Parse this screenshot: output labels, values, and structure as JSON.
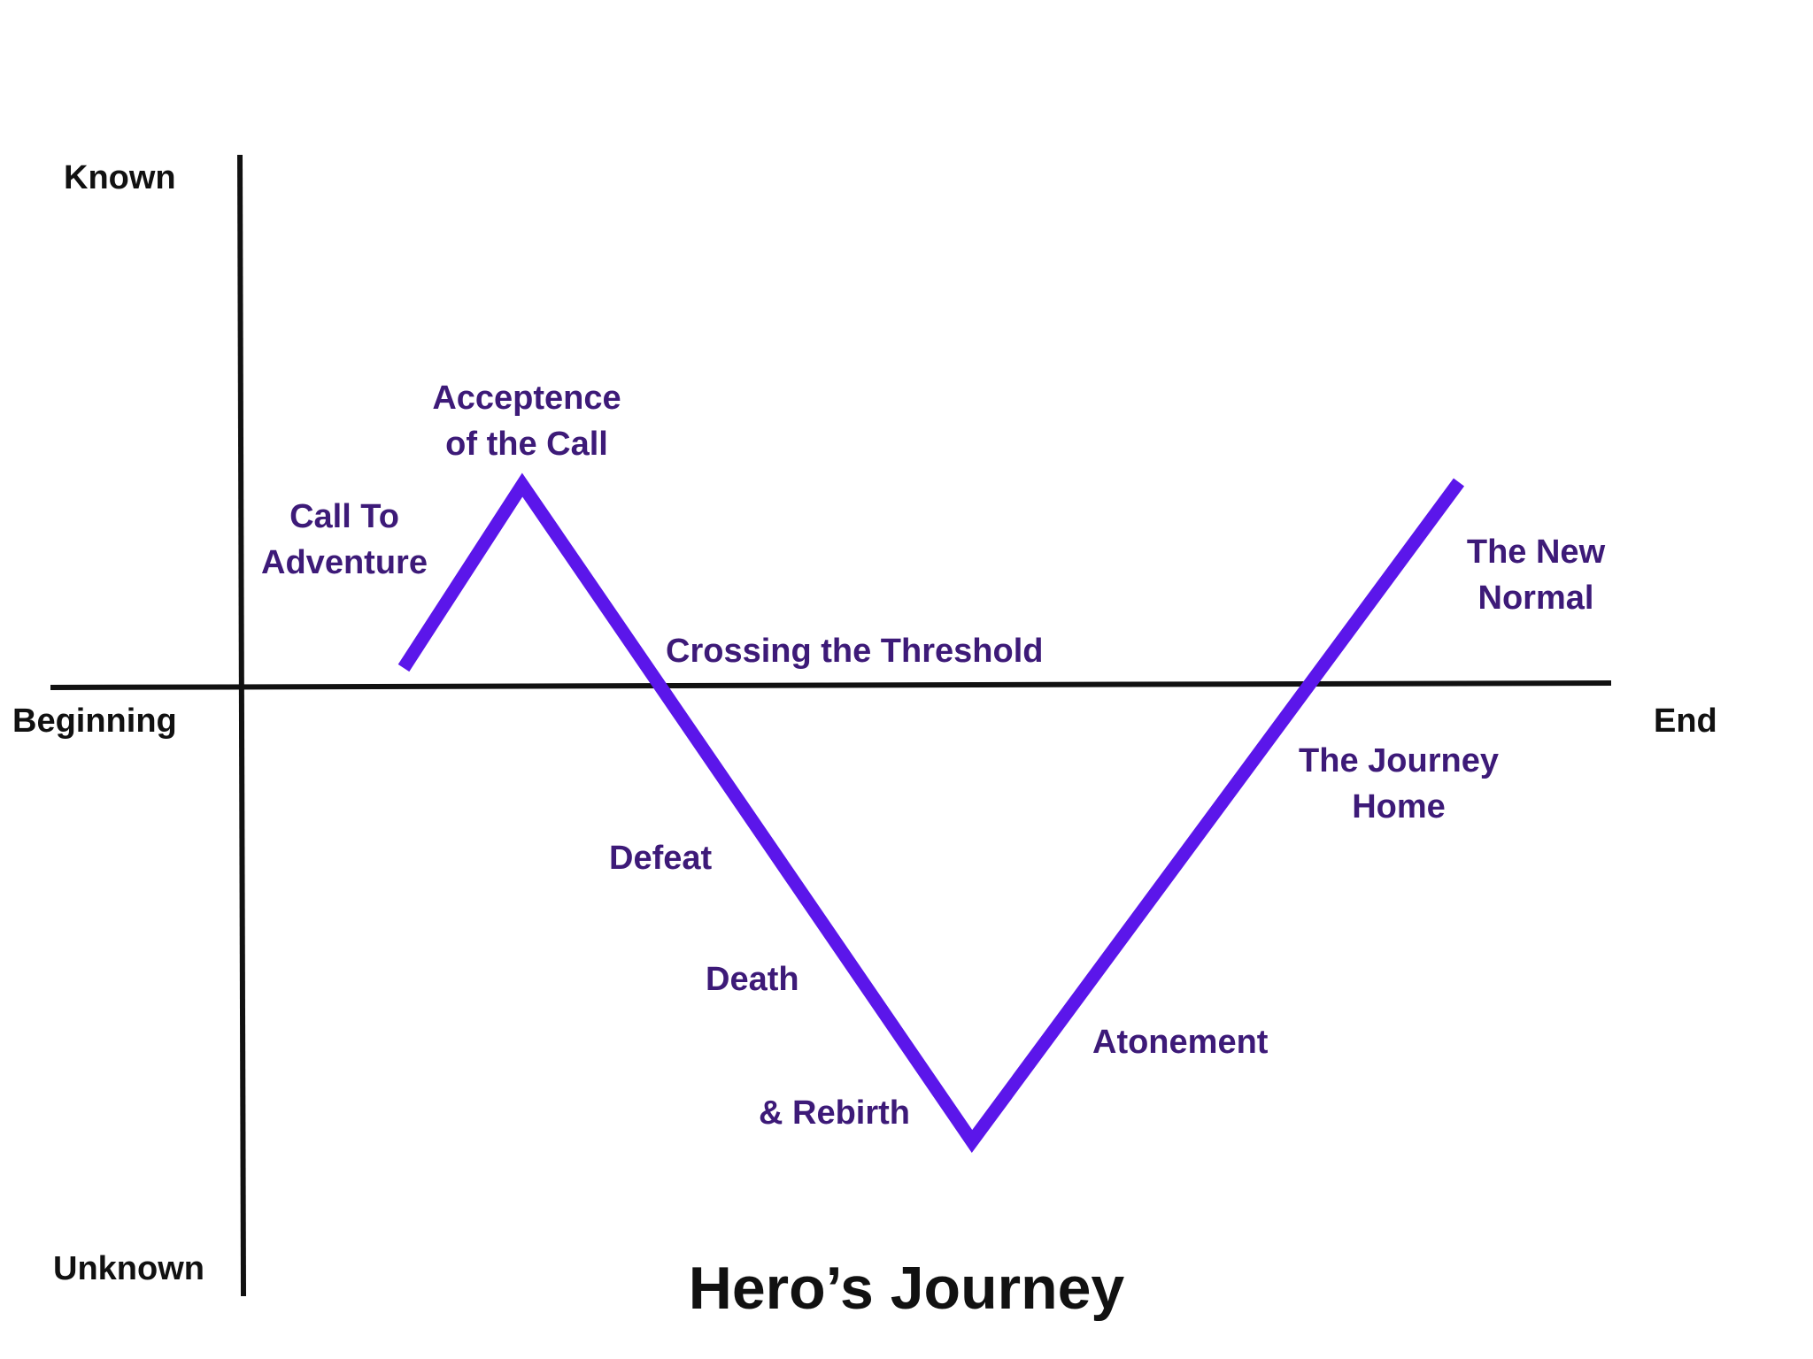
{
  "title": "Hero’s Journey",
  "axes": {
    "y_top": "Known",
    "y_bottom": "Unknown",
    "x_left": "Beginning",
    "x_right": "End"
  },
  "stages": {
    "call_to_adventure": "Call To\nAdventure",
    "acceptance": "Acceptence\nof the Call",
    "crossing": "Crossing the Threshold",
    "defeat": "Defeat",
    "death": "Death",
    "rebirth": "& Rebirth",
    "atonement": "Atonement",
    "journey_home": "The Journey\nHome",
    "new_normal": "The New\nNormal"
  },
  "colors": {
    "journey_line": "#5b16ea",
    "axes": "#111111",
    "stage_text": "#3d1a78"
  }
}
